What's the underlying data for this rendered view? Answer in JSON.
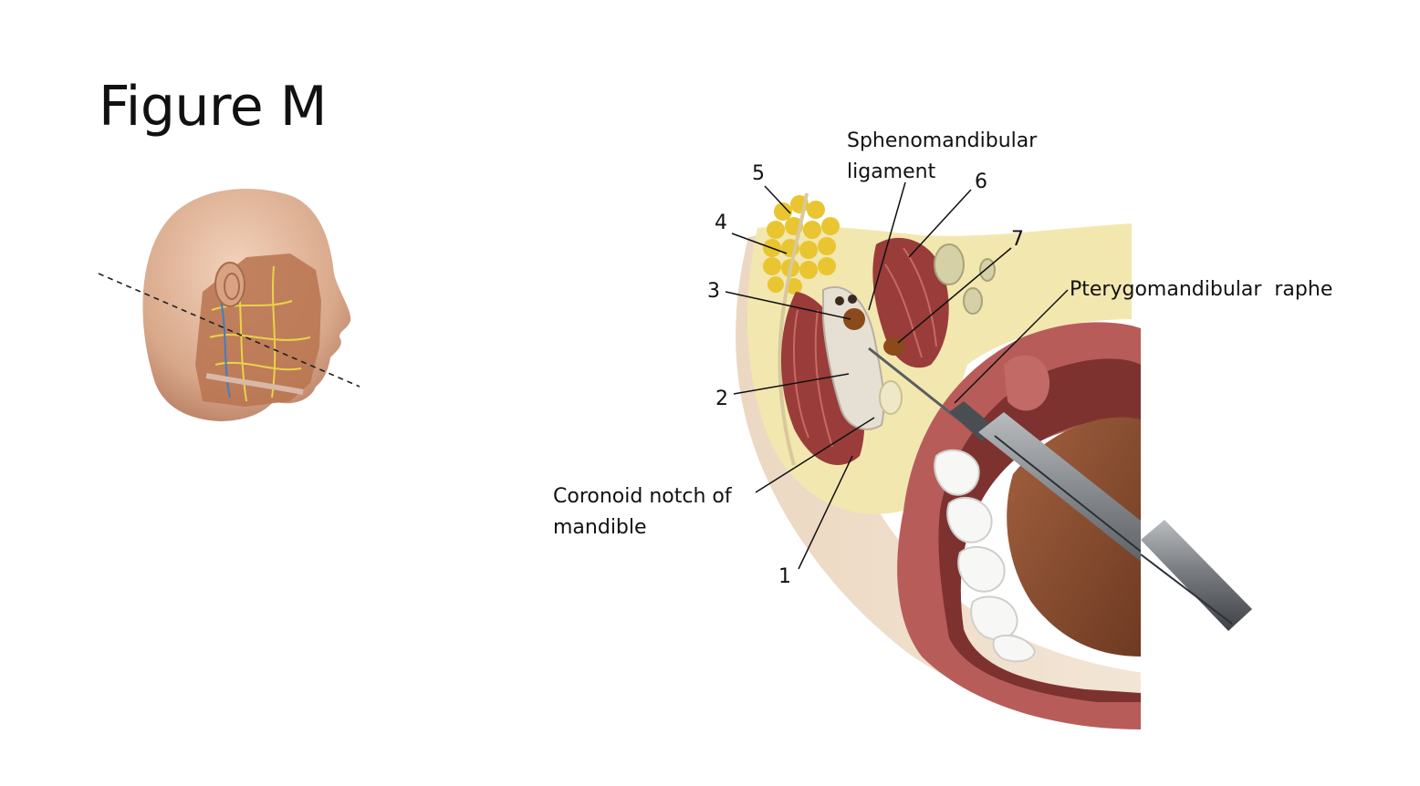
{
  "slide": {
    "title": "Figure M"
  },
  "figure": {
    "labels": {
      "n1": "1",
      "n2": "2",
      "n3": "3",
      "n4": "4",
      "n5": "5",
      "n6": "6",
      "n7": "7",
      "sphenomandibular_line1": "Sphenomandibular",
      "sphenomandibular_line2": "ligament",
      "pterygomandibular": "Pterygomandibular  raphe",
      "coronoid_line1": "Coronoid notch of",
      "coronoid_line2": "mandible"
    }
  },
  "colors": {
    "skin": "#e8c3a5",
    "fat": "#f4eab4",
    "fat_lobules": "#e9c531",
    "muscle": "#9a3c3a",
    "bone": "#e6e0d4",
    "mucosa": "#b85c5a",
    "tongue": "#8c4a2e",
    "teeth": "#f7f7f5",
    "syringe": "#6a6e72",
    "vessel": "#8a4a1a"
  }
}
